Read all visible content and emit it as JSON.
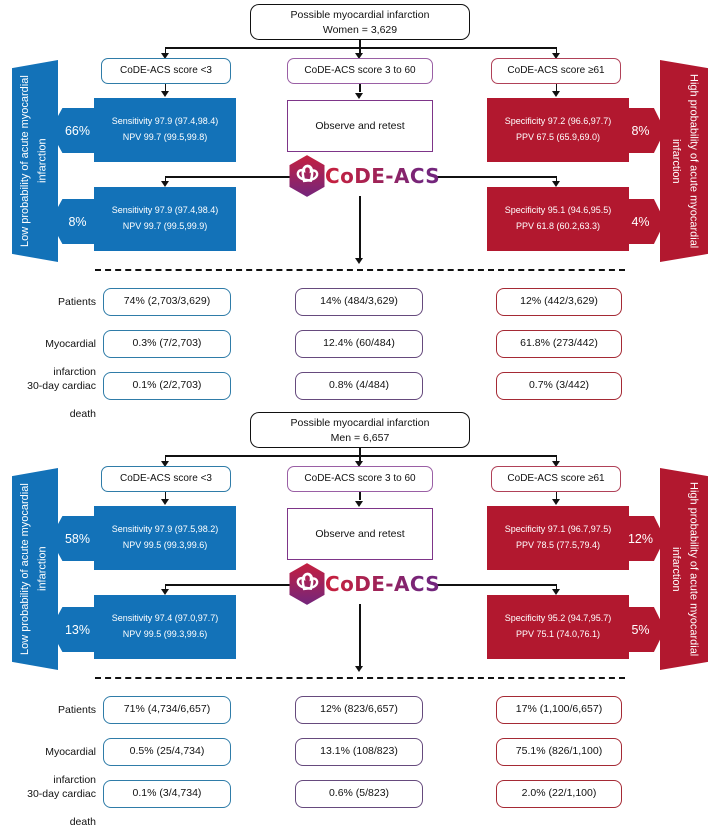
{
  "colors": {
    "blue": "#1372b8",
    "red": "#b2182f",
    "mid_purple": "#9a5fa5",
    "observe_purple": "#7e3589",
    "table_purple": "#664a7d",
    "table_red": "#a52a35",
    "table_blue": "#2f7ca8"
  },
  "logo": {
    "text": "CoDE-ACS",
    "icon": "interlocked-hearts-hexagon"
  },
  "panels": [
    {
      "header": {
        "line1": "Possible myocardial infarction",
        "line2": "Women = 3,629"
      },
      "left_banner": "Low probability of acute myocardial infarction",
      "right_banner": "High probability of acute myocardial infarction",
      "score_low": "CoDE-ACS score <3",
      "score_mid": "CoDE-ACS score 3 to 60",
      "score_high": "CoDE-ACS score ≥61",
      "observe": "Observe and retest",
      "low_box1": {
        "line1": "Sensitivity 97.9 (97.4,98.4)",
        "line2": "NPV 99.7 (99.5,99.8)",
        "pct": "66%"
      },
      "low_box2": {
        "line1": "Sensitivity 97.9 (97.4,98.4)",
        "line2": "NPV 99.7 (99.5,99.9)",
        "pct": "8%"
      },
      "high_box1": {
        "line1": "Specificity 97.2 (96.6,97.7)",
        "line2": "PPV 67.5 (65.9,69.0)",
        "pct": "8%"
      },
      "high_box2": {
        "line1": "Specificity 95.1 (94.6,95.5)",
        "line2": "PPV 61.8 (60.2,63.3)",
        "pct": "4%"
      },
      "rows": [
        {
          "label": "Patients",
          "low": "74% (2,703/3,629)",
          "mid": "14% (484/3,629)",
          "high": "12% (442/3,629)"
        },
        {
          "label": "Myocardial infarction",
          "low": "0.3% (7/2,703)",
          "mid": "12.4% (60/484)",
          "high": "61.8% (273/442)"
        },
        {
          "label": "30-day cardiac death",
          "low": "0.1% (2/2,703)",
          "mid": "0.8% (4/484)",
          "high": "0.7% (3/442)"
        }
      ]
    },
    {
      "header": {
        "line1": "Possible myocardial infarction",
        "line2": "Men = 6,657"
      },
      "left_banner": "Low probability of acute myocardial infarction",
      "right_banner": "High probability of acute myocardial infarction",
      "score_low": "CoDE-ACS score <3",
      "score_mid": "CoDE-ACS score 3 to 60",
      "score_high": "CoDE-ACS score ≥61",
      "observe": "Observe and retest",
      "low_box1": {
        "line1": "Sensitivity 97.9 (97.5,98.2)",
        "line2": "NPV 99.5 (99.3,99.6)",
        "pct": "58%"
      },
      "low_box2": {
        "line1": "Sensitivity 97.4 (97.0,97.7)",
        "line2": "NPV 99.5 (99.3,99.6)",
        "pct": "13%"
      },
      "high_box1": {
        "line1": "Specificity 97.1 (96.7,97.5)",
        "line2": "PPV 78.5 (77.5,79.4)",
        "pct": "12%"
      },
      "high_box2": {
        "line1": "Specificity 95.2 (94.7,95.7)",
        "line2": "PPV 75.1 (74.0,76.1)",
        "pct": "5%"
      },
      "rows": [
        {
          "label": "Patients",
          "low": "71% (4,734/6,657)",
          "mid": "12% (823/6,657)",
          "high": "17% (1,100/6,657)"
        },
        {
          "label": "Myocardial infarction",
          "low": "0.5% (25/4,734)",
          "mid": "13.1% (108/823)",
          "high": "75.1% (826/1,100)"
        },
        {
          "label": "30-day cardiac death",
          "low": "0.1% (3/4,734)",
          "mid": "0.6% (5/823)",
          "high": "2.0% (22/1,100)"
        }
      ]
    }
  ]
}
